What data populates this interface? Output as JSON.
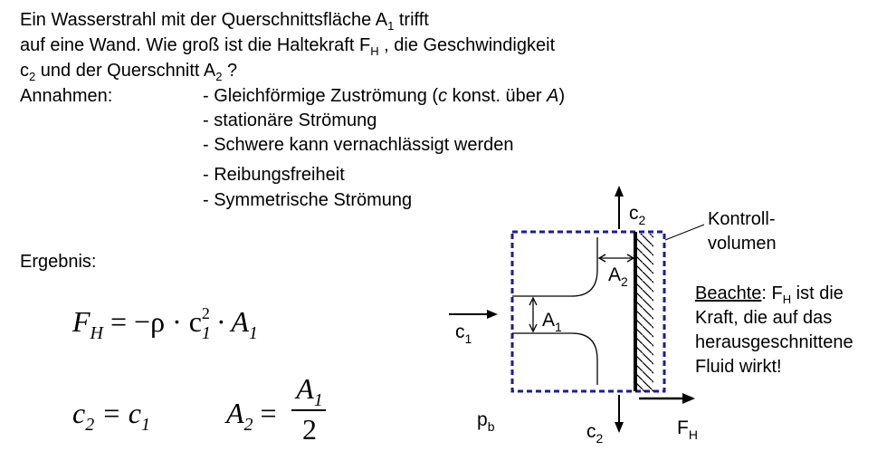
{
  "intro": {
    "line1_pre": "Ein Wasserstrahl mit der Querschnittsfläche A",
    "line1_sub": "1",
    "line1_post": " trifft",
    "line2_pre": "auf eine Wand. Wie groß ist die Haltekraft F",
    "line2_sub": "H",
    "line2_post": " , die Geschwindigkeit",
    "line3_a": "c",
    "line3_a_sub": "2",
    "line3_b": " und der Querschnitt A",
    "line3_b_sub": "2",
    "line3_c": " ?"
  },
  "assumptions": {
    "label": "Annahmen:",
    "item1_pre": "- Gleichförmige Zuströmung (",
    "item1_c": "c",
    "item1_mid": " konst. über ",
    "item1_A": "A",
    "item1_post": ")",
    "item2": "- stationäre Strömung",
    "item3": "- Schwere kann vernachlässigt werden",
    "item4": "- Reibungsfreiheit",
    "item5": "- Symmetrische Strömung"
  },
  "result": {
    "label": "Ergebnis:",
    "f1_lhs": "F",
    "f1_lhs_sub": "H",
    "f1_eq": " = −ρ · c",
    "f1_c_sub": "1",
    "f1_c_sup": "2",
    "f1_tail": " · A",
    "f1_tail_sub": "1",
    "f2_lhs": "c",
    "f2_lhs_sub": "2",
    "f2_eq": " = c",
    "f2_rhs_sub": "1",
    "f3_lhs": "A",
    "f3_lhs_sub": "2",
    "f3_eq": " =",
    "f3_num": "A",
    "f3_num_sub": "1",
    "f3_den": "2"
  },
  "diagram": {
    "c2_top": "c",
    "c2_top_sub": "2",
    "control_volume_1": "Kontroll-",
    "control_volume_2": "volumen",
    "a2": "A",
    "a2_sub": "2",
    "a1": "A",
    "a1_sub": "1",
    "c1": "c",
    "c1_sub": "1",
    "pb": "p",
    "pb_sub": "b",
    "c2_bottom": "c",
    "c2_bottom_sub": "2",
    "fh": "F",
    "fh_sub": "H",
    "colors": {
      "control_volume": "#1a1aa0",
      "lines": "#000000"
    }
  },
  "note": {
    "word": "Beachte",
    "rest_pre": ": F",
    "rest_sub": "H",
    "rest_post": " ist die",
    "line2": "Kraft, die auf das",
    "line3": "herausgeschnittene",
    "line4": "Fluid wirkt!"
  }
}
